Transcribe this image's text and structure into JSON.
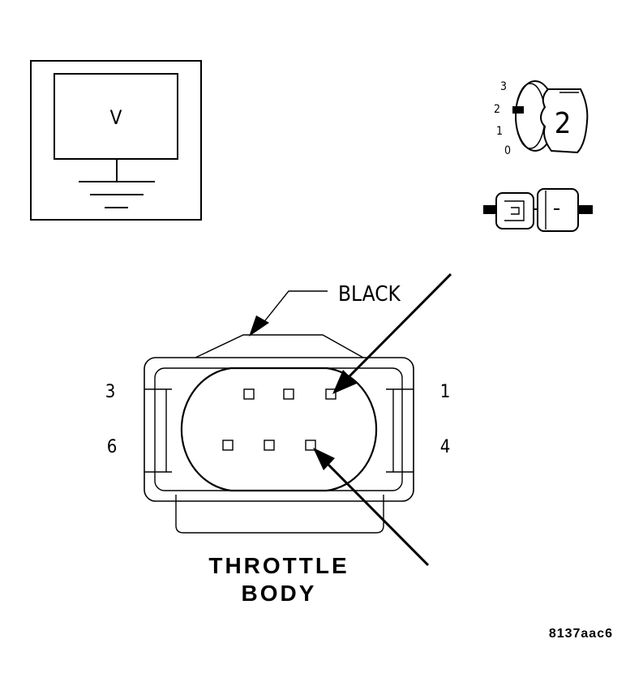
{
  "meter": {
    "symbol": "V"
  },
  "ignition_switch": {
    "position_labels": [
      "3",
      "2",
      "1",
      "0"
    ],
    "selected_position": "2"
  },
  "connector": {
    "color_label": "BLACK",
    "pin_labels": {
      "top_left": "3",
      "top_right": "1",
      "bottom_left": "6",
      "bottom_right": "4"
    },
    "name_line1": "THROTTLE",
    "name_line2": "BODY"
  },
  "figure_id": "8137aac6"
}
